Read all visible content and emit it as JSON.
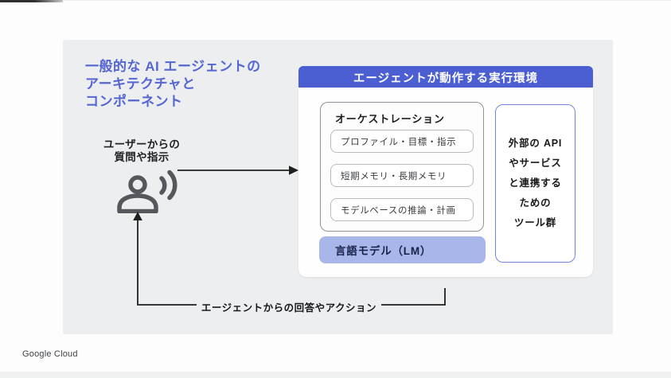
{
  "slide": {
    "title_lines": [
      "一般的な AI エージェントの",
      "アーキテクチャと",
      "コンポーネント"
    ],
    "user_input": {
      "lines": [
        "ユーザーからの",
        "質問や指示"
      ],
      "icon": "person-speaking-icon"
    },
    "environment": {
      "header": "エージェントが動作する実行環境",
      "orchestration": {
        "title": "オーケストレーション",
        "items": [
          "プロファイル・目標・指示",
          "短期メモリ・長期メモリ",
          "モデルベースの推論・計画"
        ]
      },
      "language_model": "言語モデル（LM）",
      "tools_lines": [
        "外部の API",
        "やサービス",
        "と連携する",
        "ための",
        "ツール群"
      ]
    },
    "feedback_label": "エージェントからの回答やアクション",
    "brand": "Google Cloud",
    "colors": {
      "header_bar_bg": "#4b5fd3",
      "header_bar_text": "#ffffff",
      "title_text": "#5566d2",
      "lm_bar_bg": "#a9b6ea",
      "lm_bar_text": "#172047",
      "tools_border": "#7585e2",
      "orchestration_border": "#8f949a",
      "slide_bg": "#eceef0",
      "arrow": "#1f1f1f",
      "icon": "#54585c"
    }
  }
}
